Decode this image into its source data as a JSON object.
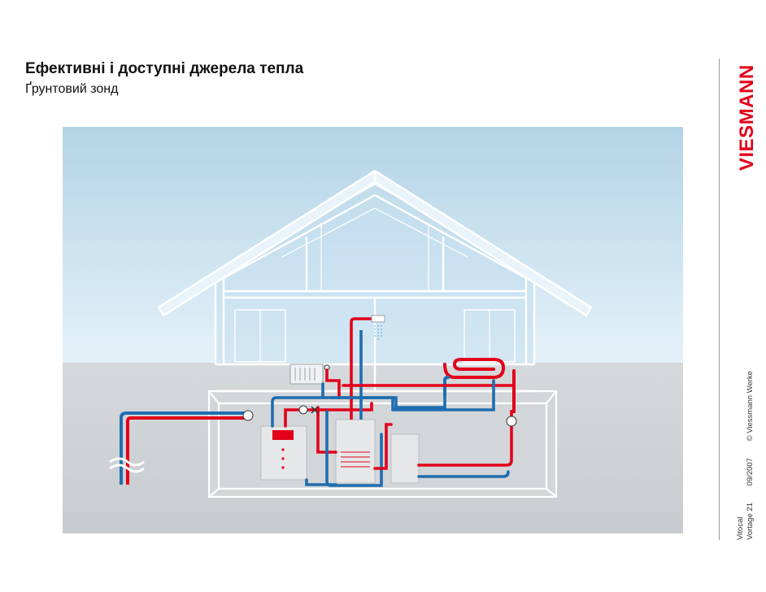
{
  "header": {
    "title": "Ефективні і доступні джерела тепла",
    "subtitle": "Ґрунтовий зонд"
  },
  "brand": {
    "logo_text": "VIESMANN",
    "color": "#e2001a"
  },
  "footer": {
    "product": "Vitocal",
    "page": "Vortage 21",
    "date": "09/2007",
    "copyright": "© Viessmann Werke"
  },
  "colors": {
    "sky_top": "#b3d4e6",
    "sky_bottom": "#e4f1f9",
    "ground": "#cfd2d6",
    "pipe_supply": "#e2001a",
    "pipe_return": "#1f6db0"
  },
  "icons": [
    "ground-probe-icon",
    "heat-pump-icon",
    "storage-tank-icon",
    "buffer-tank-icon",
    "radiator-icon",
    "shower-icon",
    "underfloor-heating-icon",
    "circulation-pump-icon",
    "mixing-valve-icon"
  ]
}
